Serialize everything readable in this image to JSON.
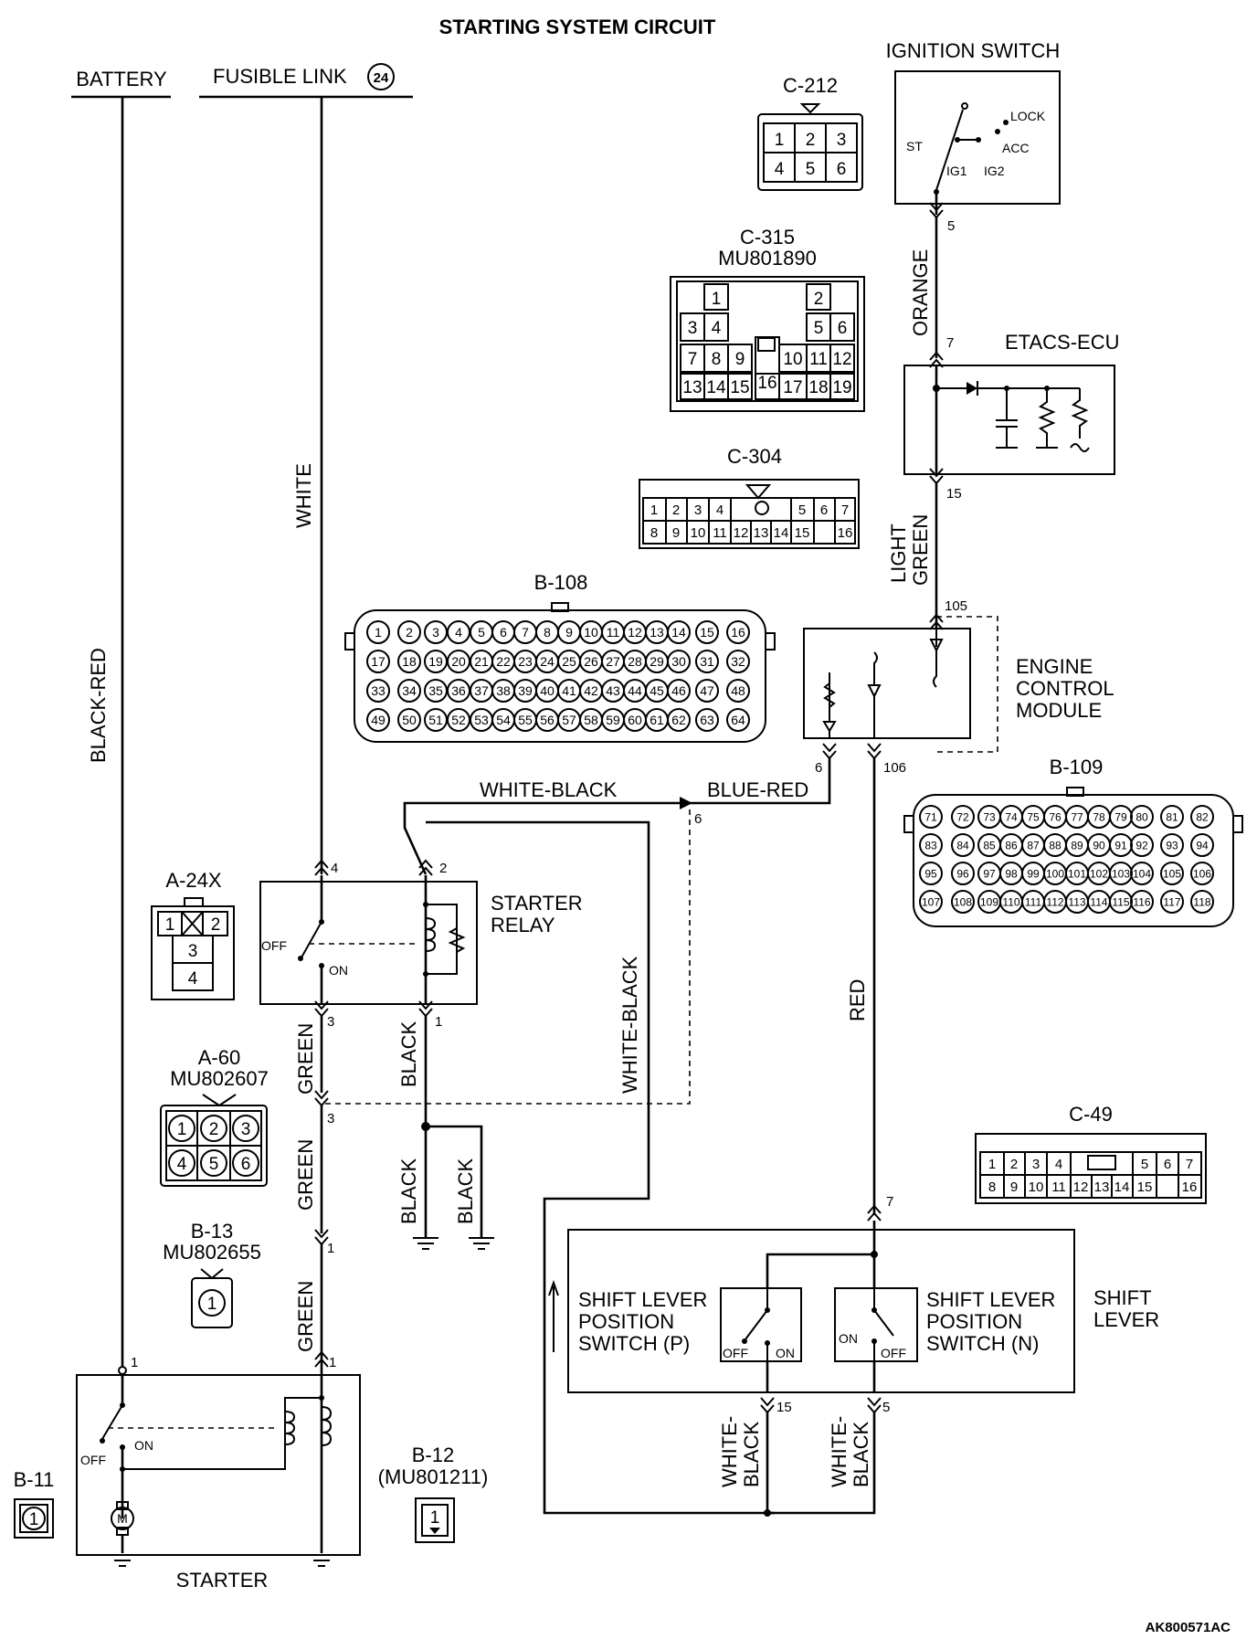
{
  "title": "STARTING SYSTEM CIRCUIT",
  "doc_id": "AK800571AC",
  "sources": {
    "battery": "BATTERY",
    "fusible_link": "FUSIBLE LINK",
    "fusible_link_no": "24"
  },
  "wires": {
    "black_red": "BLACK-RED",
    "white": "WHITE",
    "orange": "ORANGE",
    "light_green_1": "LIGHT",
    "light_green_2": "GREEN",
    "white_black": "WHITE-BLACK",
    "blue_red": "BLUE-RED",
    "red": "RED",
    "green": "GREEN",
    "black": "BLACK",
    "wb_split_1": "WHITE-",
    "wb_split_2": "BLACK"
  },
  "components": {
    "ignition_switch": {
      "label": "IGNITION SWITCH",
      "st": "ST",
      "lock": "LOCK",
      "acc": "ACC",
      "ig1": "IG1",
      "ig2": "IG2",
      "pin": "5"
    },
    "etacs": {
      "label": "ETACS-ECU",
      "pin_in": "7",
      "pin_out": "15"
    },
    "ecm": {
      "line1": "ENGINE",
      "line2": "CONTROL",
      "line3": "MODULE",
      "pin_105": "105",
      "pin_6": "6",
      "pin_106": "106"
    },
    "starter_relay": {
      "line1": "STARTER",
      "line2": "RELAY",
      "off": "OFF",
      "on": "ON",
      "p4": "4",
      "p2": "2",
      "p3": "3",
      "p1": "1",
      "p6": "6"
    },
    "starter": {
      "label": "STARTER",
      "off": "OFF",
      "on": "ON",
      "motor": "M",
      "p1a": "1",
      "p1b": "1"
    },
    "shift_lever": {
      "line1": "SHIFT",
      "line2": "LEVER",
      "pin_7": "7",
      "pin_15": "15",
      "pin_5": "5",
      "switch_p": [
        "SHIFT LEVER",
        "POSITION",
        "SWITCH (P)"
      ],
      "switch_n": [
        "SHIFT LEVER",
        "POSITION",
        "SWITCH (N)"
      ],
      "p_off": "OFF",
      "p_on": "ON",
      "n_on": "ON",
      "n_off": "OFF"
    },
    "junction_pins": {
      "j3": "3",
      "j1": "1"
    }
  },
  "connectors": {
    "c212": {
      "label": "C-212",
      "cells": [
        "1",
        "2",
        "3",
        "4",
        "5",
        "6"
      ]
    },
    "c315": {
      "label": "C-315",
      "part": "MU801890",
      "cells": [
        "1",
        "2",
        "3",
        "4",
        "5",
        "6",
        "7",
        "8",
        "9",
        "10",
        "11",
        "12",
        "13",
        "14",
        "15",
        "16",
        "17",
        "18",
        "19"
      ]
    },
    "c304": {
      "label": "C-304",
      "row1": [
        "1",
        "2",
        "3",
        "4",
        "5",
        "6",
        "7"
      ],
      "row2": [
        "8",
        "9",
        "10",
        "11",
        "12",
        "13",
        "14",
        "15",
        "16"
      ]
    },
    "b108": {
      "label": "B-108",
      "rows": [
        [
          "1",
          "2",
          "3",
          "4",
          "5",
          "6",
          "7",
          "8",
          "9",
          "10",
          "11",
          "12",
          "13",
          "14",
          "15",
          "16"
        ],
        [
          "17",
          "18",
          "19",
          "20",
          "21",
          "22",
          "23",
          "24",
          "25",
          "26",
          "27",
          "28",
          "29",
          "30",
          "31",
          "32"
        ],
        [
          "33",
          "34",
          "35",
          "36",
          "37",
          "38",
          "39",
          "40",
          "41",
          "42",
          "43",
          "44",
          "45",
          "46",
          "47",
          "48"
        ],
        [
          "49",
          "50",
          "51",
          "52",
          "53",
          "54",
          "55",
          "56",
          "57",
          "58",
          "59",
          "60",
          "61",
          "62",
          "63",
          "64"
        ]
      ]
    },
    "b109": {
      "label": "B-109",
      "rows": [
        [
          "71",
          "72",
          "73",
          "74",
          "75",
          "76",
          "77",
          "78",
          "79",
          "80",
          "81",
          "82"
        ],
        [
          "83",
          "84",
          "85",
          "86",
          "87",
          "88",
          "89",
          "90",
          "91",
          "92",
          "93",
          "94"
        ],
        [
          "95",
          "96",
          "97",
          "98",
          "99",
          "100",
          "101",
          "102",
          "103",
          "104",
          "105",
          "106"
        ],
        [
          "107",
          "108",
          "109",
          "110",
          "111",
          "112",
          "113",
          "114",
          "115",
          "116",
          "117",
          "118"
        ]
      ]
    },
    "a24x": {
      "label": "A-24X",
      "cells": [
        "1",
        "2",
        "3",
        "4"
      ]
    },
    "a60": {
      "label": "A-60",
      "part": "MU802607",
      "cells": [
        "1",
        "2",
        "3",
        "4",
        "5",
        "6"
      ]
    },
    "b13": {
      "label": "B-13",
      "part": "MU802655",
      "cell": "1"
    },
    "b11": {
      "label": "B-11",
      "cell": "1"
    },
    "b12": {
      "label": "B-12",
      "part": "(MU801211)",
      "cell": "1"
    },
    "c49": {
      "label": "C-49",
      "row1": [
        "1",
        "2",
        "3",
        "4",
        "5",
        "6",
        "7"
      ],
      "row2": [
        "8",
        "9",
        "10",
        "11",
        "12",
        "13",
        "14",
        "15",
        "16"
      ]
    }
  }
}
